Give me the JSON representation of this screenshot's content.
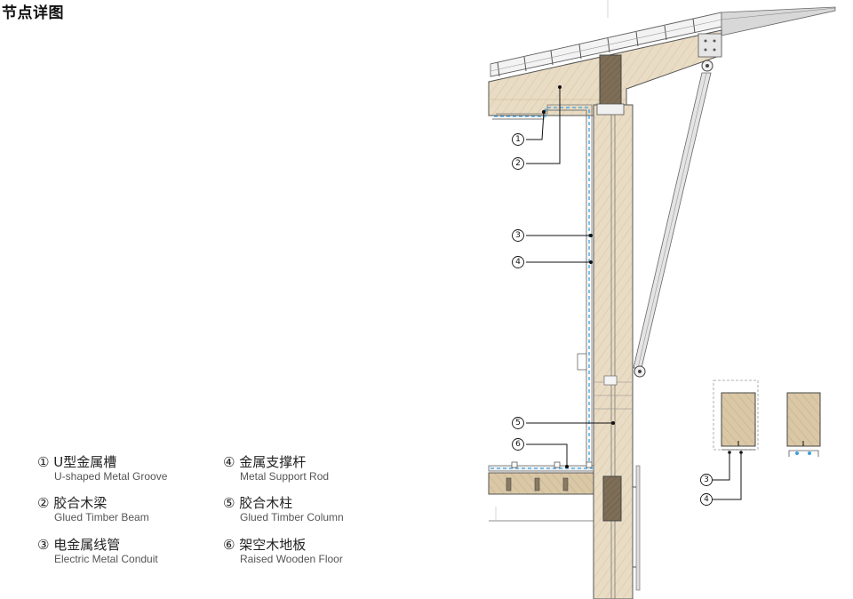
{
  "title": "节点详图",
  "callout_marks": [
    "①",
    "②",
    "③",
    "④",
    "⑤",
    "⑥"
  ],
  "legend": [
    {
      "num": "①",
      "zh": "U型金属槽",
      "en": "U-shaped Metal Groove"
    },
    {
      "num": "②",
      "zh": "胶合木梁",
      "en": "Glued Timber Beam"
    },
    {
      "num": "③",
      "zh": "电金属线管",
      "en": "Electric Metal Conduit"
    },
    {
      "num": "④",
      "zh": "金属支撑杆",
      "en": "Metal Support Rod"
    },
    {
      "num": "⑤",
      "zh": "胶合木柱",
      "en": "Glued Timber Column"
    },
    {
      "num": "⑥",
      "zh": "架空木地板",
      "en": "Raised Wooden Floor"
    }
  ],
  "section_callouts": [
    "③",
    "④"
  ],
  "colors": {
    "timber": "#e9dcc4",
    "timber_dark": "#d8c6a6",
    "block": "#8a7a62",
    "conduit": "#3aa0e0",
    "steel": "#c9c9c9",
    "line": "#333333"
  }
}
